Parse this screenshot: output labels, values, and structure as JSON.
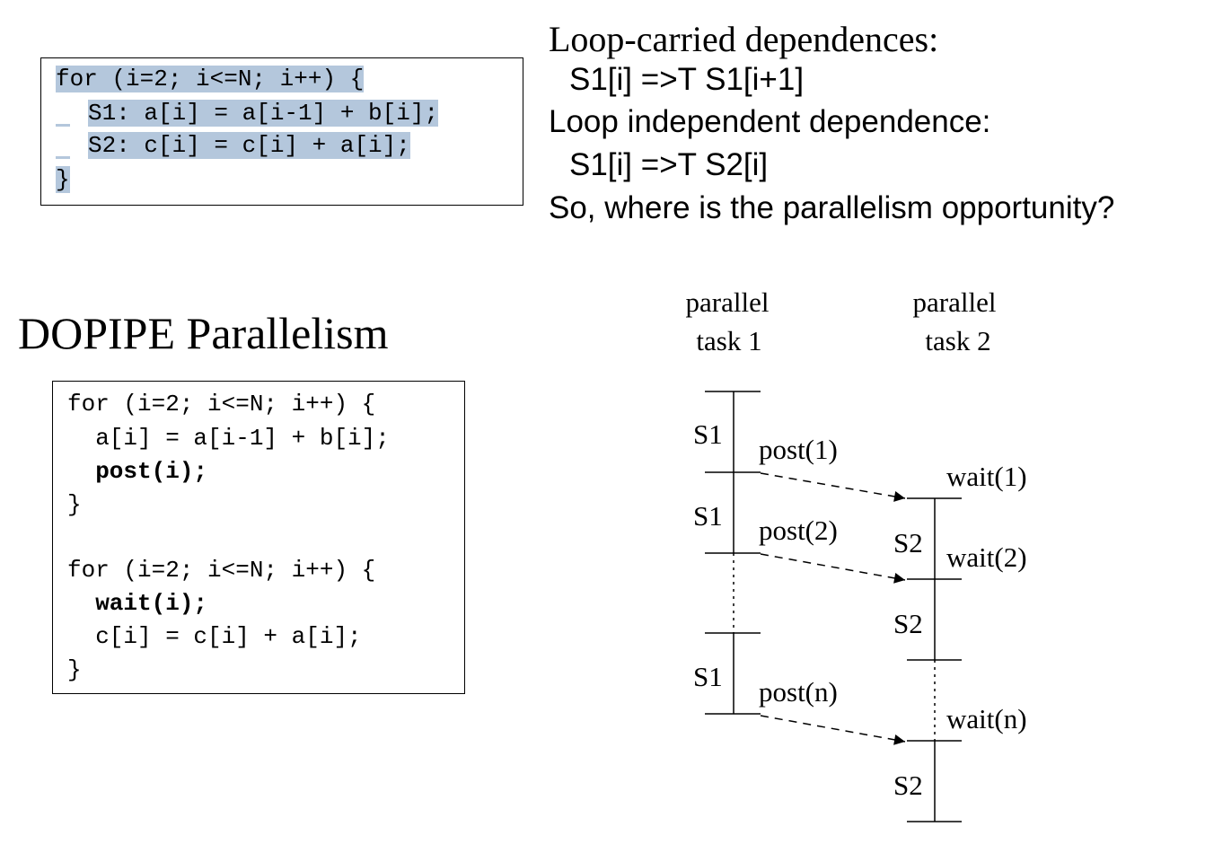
{
  "top_code": {
    "lines": [
      "for (i=2; i<=N; i++) {",
      "S1: a[i] = a[i-1] + b[i];",
      "S2: c[i] = c[i] + a[i];",
      "}"
    ]
  },
  "notes": {
    "heading": "Loop-carried dependences:",
    "dep1": "S1[i] =>T S1[i+1]",
    "subheading": "Loop independent dependence:",
    "dep2": "S1[i] =>T S2[i]",
    "question": "So, where is the parallelism opportunity?"
  },
  "section_title": "DOPIPE Parallelism",
  "bottom_code": {
    "loop1_header": "for (i=2; i<=N; i++) {",
    "loop1_body": "  a[i] = a[i-1] + b[i];",
    "loop1_post": "  post(i);",
    "loop1_close": "}",
    "loop2_header": "for (i=2; i<=N; i++) {",
    "loop2_wait": "  wait(i);",
    "loop2_body": "  c[i] = c[i] + a[i];",
    "loop2_close": "}"
  },
  "diagram": {
    "task1_label_line1": "parallel",
    "task1_label_line2": "task 1",
    "task2_label_line1": "parallel",
    "task2_label_line2": "task 2",
    "task1_stmts": [
      "S1",
      "S1",
      "S1"
    ],
    "task2_stmts": [
      "S2",
      "S2",
      "S2"
    ],
    "posts": [
      "post(1)",
      "post(2)",
      "post(n)"
    ],
    "waits": [
      "wait(1)",
      "wait(2)",
      "wait(n)"
    ]
  }
}
